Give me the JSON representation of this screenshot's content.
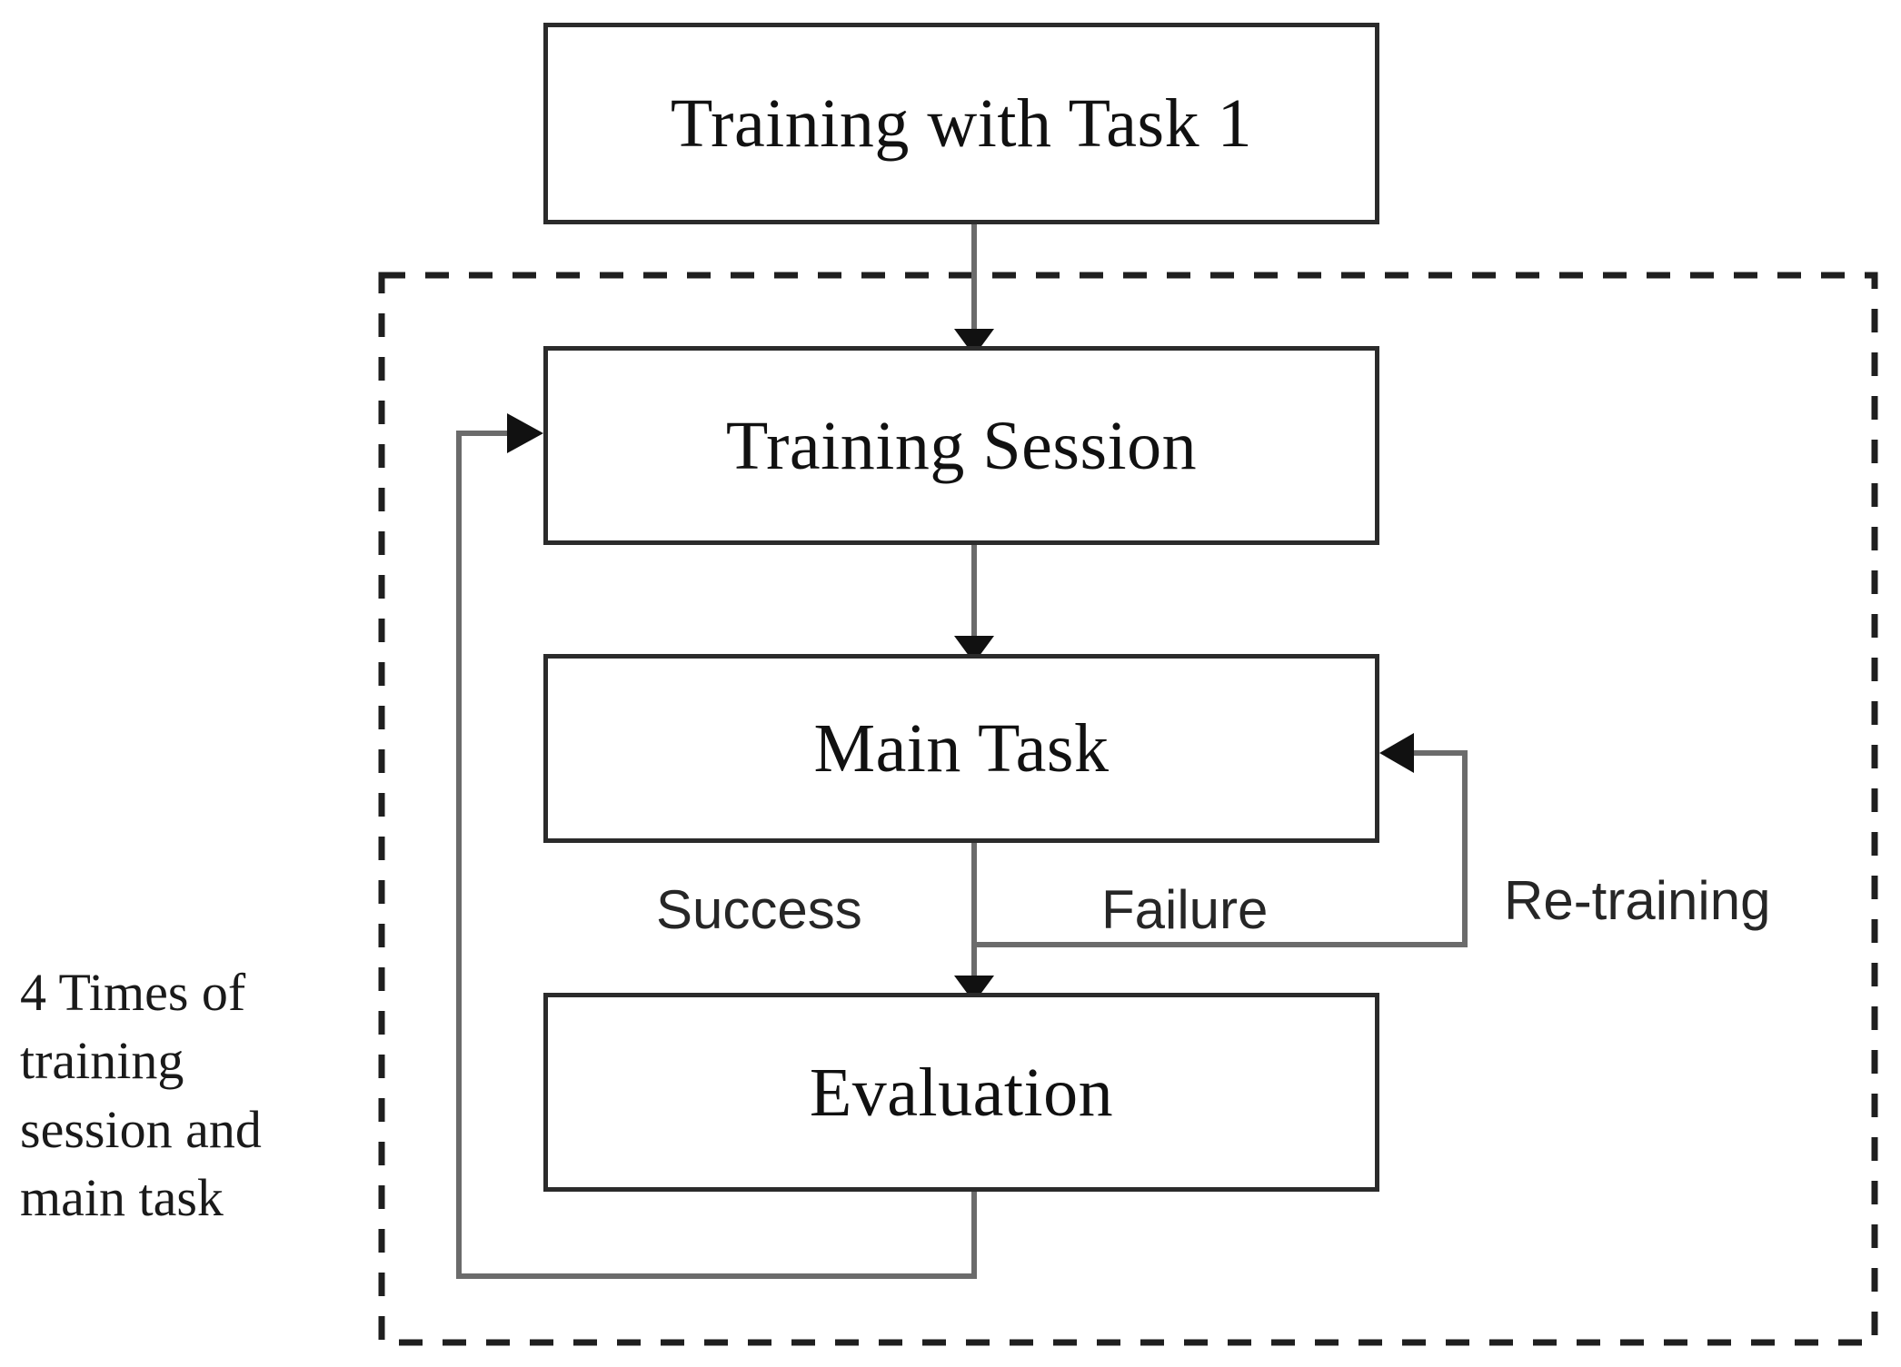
{
  "diagram": {
    "title_note": "4 Times of training session and main task",
    "nodes": [
      {
        "id": "training-task1",
        "label": "Training with Task 1"
      },
      {
        "id": "training-session",
        "label": "Training Session"
      },
      {
        "id": "main-task",
        "label": "Main Task"
      },
      {
        "id": "evaluation",
        "label": "Evaluation"
      }
    ],
    "edge_labels": {
      "success": "Success",
      "failure": "Failure",
      "retraining": "Re-training"
    },
    "side_note_lines": [
      "4 Times of",
      "training",
      "session and",
      "main task"
    ],
    "colors": {
      "box_border": "#2b2b2b",
      "connector": "#6b6b6b",
      "connector_dark": "#2b2b2b",
      "dashed_border": "#1f1f1f",
      "text": "#111111",
      "background": "#ffffff"
    }
  }
}
